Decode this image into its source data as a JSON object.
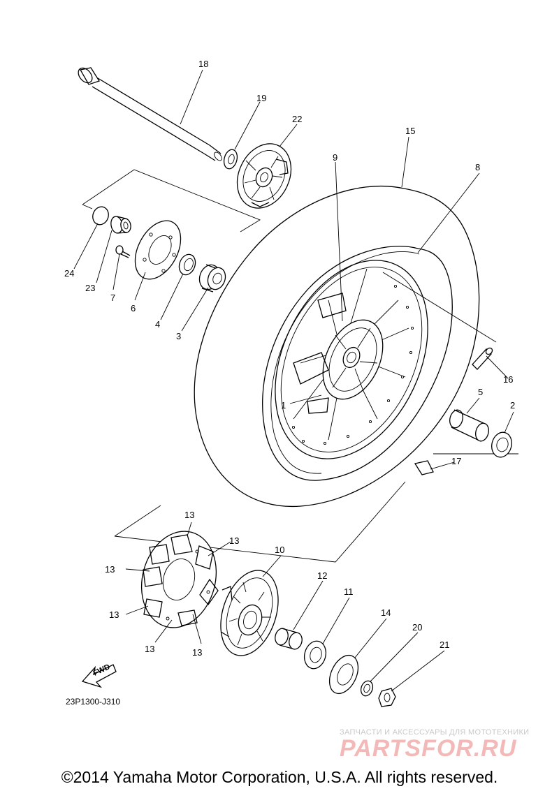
{
  "diagram": {
    "labels": {
      "p1": "1",
      "p2": "2",
      "p3": "3",
      "p4": "4",
      "p5": "5",
      "p6": "6",
      "p7": "7",
      "p8": "8",
      "p9": "9",
      "p10": "10",
      "p11": "11",
      "p12": "12",
      "p13a": "13",
      "p13b": "13",
      "p13c": "13",
      "p13d": "13",
      "p13e": "13",
      "p13f": "13",
      "p14": "14",
      "p15": "15",
      "p16": "16",
      "p17": "17",
      "p18": "18",
      "p19": "19",
      "p20": "20",
      "p21": "21",
      "p22": "22",
      "p23": "23",
      "p24": "24"
    },
    "fwd_label": "FWD",
    "drawing_code": "23P1300-J310"
  },
  "watermark": {
    "subtitle": "ЗАПЧАСТИ И АКСЕССУАРЫ ДЛЯ МОТОТЕХНИКИ",
    "logo": "PARTSFOR.RU"
  },
  "footer": {
    "copyright": "©2014 Yamaha Motor Corporation, U.S.A. All rights reserved."
  }
}
